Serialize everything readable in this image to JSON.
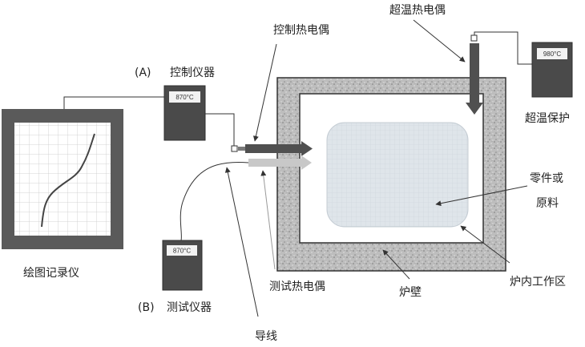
{
  "labels": {
    "control_thermocouple": "控制热电偶",
    "overtemp_thermocouple": "超温热电偶",
    "control_instrument_tag": "(A)",
    "control_instrument": "控制仪器",
    "overtemp_protection": "超温保护",
    "part_line1": "零件或",
    "part_line2": "原料",
    "recorder": "绘图记录仪",
    "test_thermocouple": "测试热电偶",
    "furnace_wall": "炉壁",
    "working_zone": "炉内工作区",
    "test_instrument_tag": "(B)",
    "test_instrument": "测试仪器",
    "lead_wire": "导线"
  },
  "readouts": {
    "control": "870°C",
    "test": "870°C",
    "overtemp": "980°C"
  },
  "colors": {
    "frame_dark": "#555555",
    "instrument_body": "#4a4a4a",
    "screen": "#f2f2f2",
    "furnace_inner": "#ffffff",
    "part_fill": "#dde4ea",
    "thermocouple_dark": "#505050",
    "thermocouple_light": "#c8c8c8"
  }
}
